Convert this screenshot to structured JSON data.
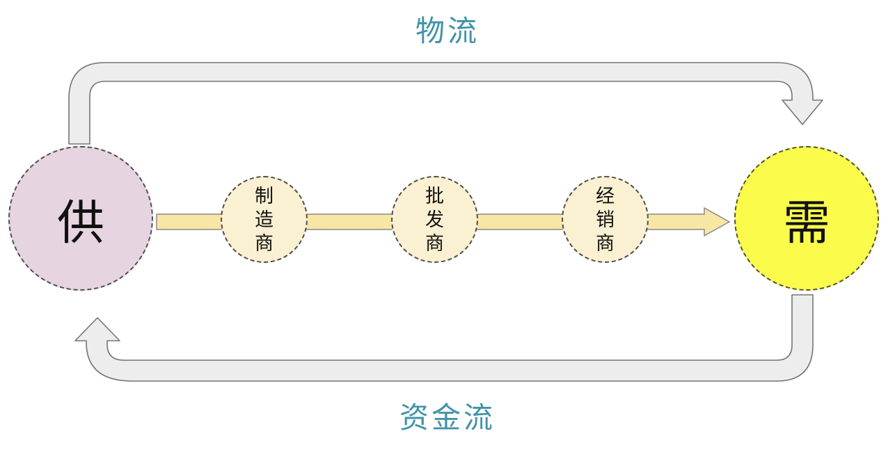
{
  "labels": {
    "logistics": "物流",
    "capital": "资金流"
  },
  "nodes": {
    "supply": {
      "label": "供"
    },
    "intermediaries": [
      {
        "label": "制造商"
      },
      {
        "label": "批发商"
      },
      {
        "label": "经销商"
      }
    ],
    "demand": {
      "label": "需"
    }
  },
  "colors": {
    "supply-fill": "#e6d4e1",
    "demand-fill": "#fbfb4b",
    "intermediary-fill": "#faf0d2",
    "flow-bar-fill": "#f8e7a4",
    "flow-bar-stroke": "#8a8a8a",
    "pipe-fill": "#ededed",
    "pipe-stroke": "#757575",
    "label-teal": "#4293a8",
    "circle-border": "#4f4f4f",
    "text-black": "#111111"
  }
}
